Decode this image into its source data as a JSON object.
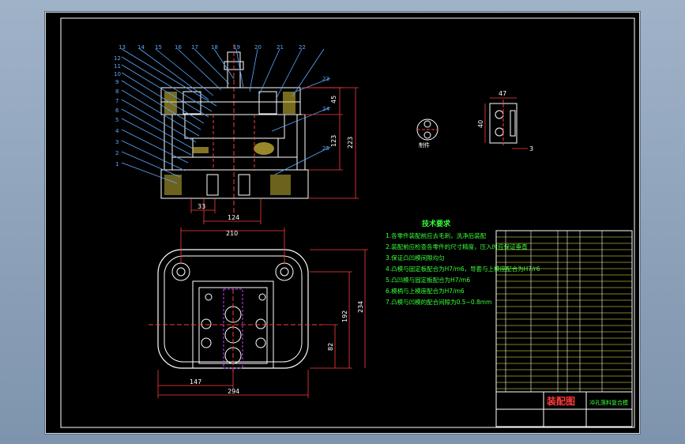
{
  "drawing": {
    "title": "装配图",
    "subtitle": "冲孔落料复合模",
    "tech_heading": "技术要求",
    "tech_notes": [
      "1.各零件装配前应去毛刺，洗净后装配",
      "2.装配前应检查各零件的尺寸精度，压入时应保证垂直",
      "3.保证凸凹模间隙均匀",
      "4.凸模与固定板配合为H7/m6，导套与上模座配合为H7/r6",
      "5.凸凹模与固定板配合为H7/m6",
      "6.模柄与上模座配合为H7/m6",
      "7.凸模与凹模的配合间隙为0.5~0.8mm"
    ],
    "part_numbers": [
      "1",
      "2",
      "3",
      "4",
      "5",
      "6",
      "7",
      "8",
      "9",
      "10",
      "11",
      "12",
      "13",
      "14",
      "15",
      "16",
      "17",
      "18",
      "19",
      "20",
      "21",
      "22",
      "23",
      "24",
      "25"
    ],
    "dims": {
      "front_33": "33",
      "front_124": "124",
      "front_45": "45",
      "front_123": "123",
      "front_223": "223",
      "plan_210": "210",
      "plan_147": "147",
      "plan_294": "294",
      "plan_192": "192",
      "plan_234": "234",
      "plan_82": "82",
      "part_47": "47",
      "part_40": "40",
      "part_3": "3",
      "part_label": "制件"
    },
    "colors": {
      "outline": "#ffffff",
      "dimension": "#ff3b3b",
      "leader": "#5aa9ff",
      "hatch": "#d8c23a",
      "text": "#39ff39",
      "table": "#ffff4d"
    }
  }
}
